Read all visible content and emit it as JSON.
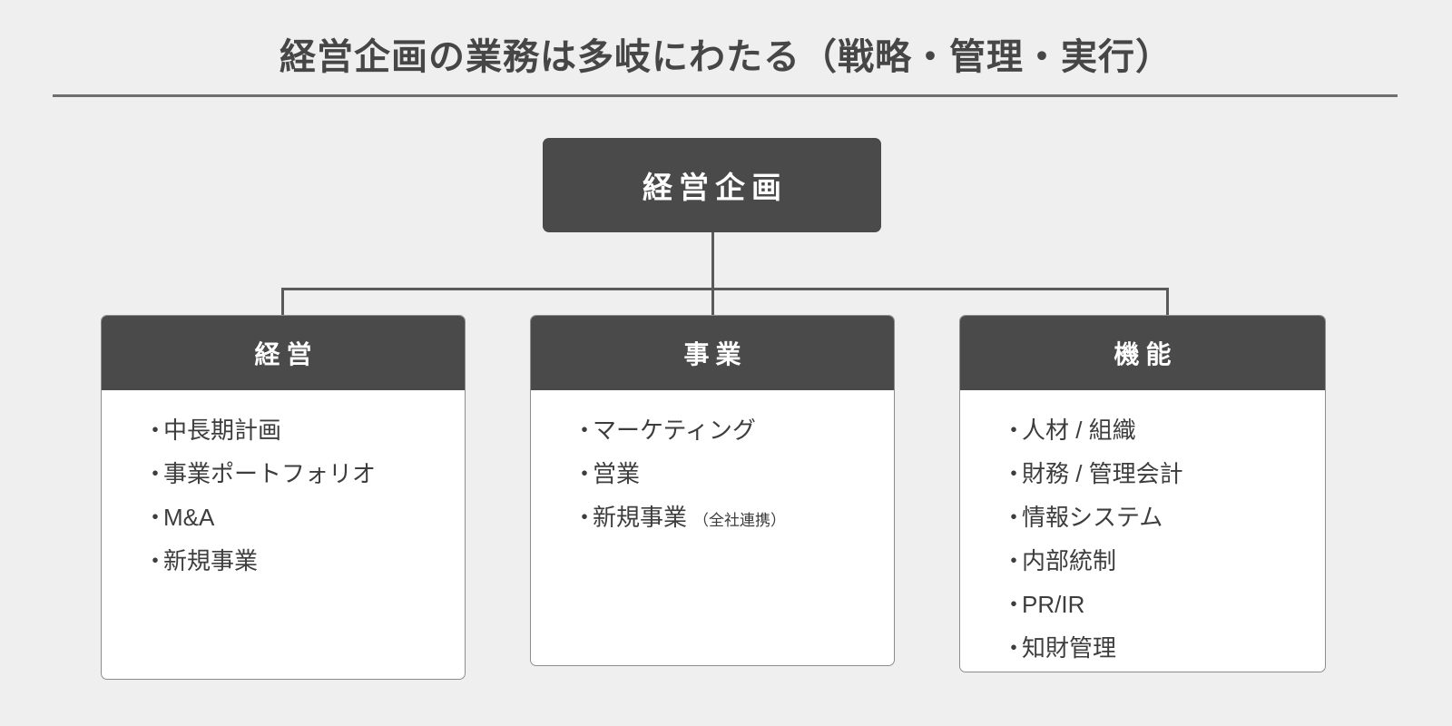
{
  "slide": {
    "title": "経営企画の業務は多岐にわたる（戦略・管理・実行）",
    "colors": {
      "background": "#efefef",
      "node_fill": "#4a4a4a",
      "node_text": "#ffffff",
      "body_text": "#3d3d3d",
      "rule": "#6e6e6e",
      "connector": "#5a5a5a",
      "card_border": "#8c8c8c",
      "card_fill": "#ffffff"
    }
  },
  "root": {
    "label": "経営企画"
  },
  "columns": [
    {
      "header": "経営",
      "bullet": "・",
      "items": [
        {
          "text": "中長期計画",
          "note": ""
        },
        {
          "text": "事業ポートフォリオ",
          "note": ""
        },
        {
          "text": "M&A",
          "note": ""
        },
        {
          "text": "新規事業",
          "note": ""
        }
      ]
    },
    {
      "header": "事業",
      "bullet": "・",
      "items": [
        {
          "text": "マーケティング",
          "note": ""
        },
        {
          "text": "営業",
          "note": ""
        },
        {
          "text": "新規事業",
          "note": "（全社連携）"
        }
      ]
    },
    {
      "header": "機能",
      "bullet": "・",
      "items": [
        {
          "text": "人材 / 組織",
          "note": ""
        },
        {
          "text": "財務 / 管理会計",
          "note": ""
        },
        {
          "text": "情報システム",
          "note": ""
        },
        {
          "text": "内部統制",
          "note": ""
        },
        {
          "text": "PR/IR",
          "note": ""
        },
        {
          "text": "知財管理",
          "note": ""
        }
      ]
    }
  ]
}
